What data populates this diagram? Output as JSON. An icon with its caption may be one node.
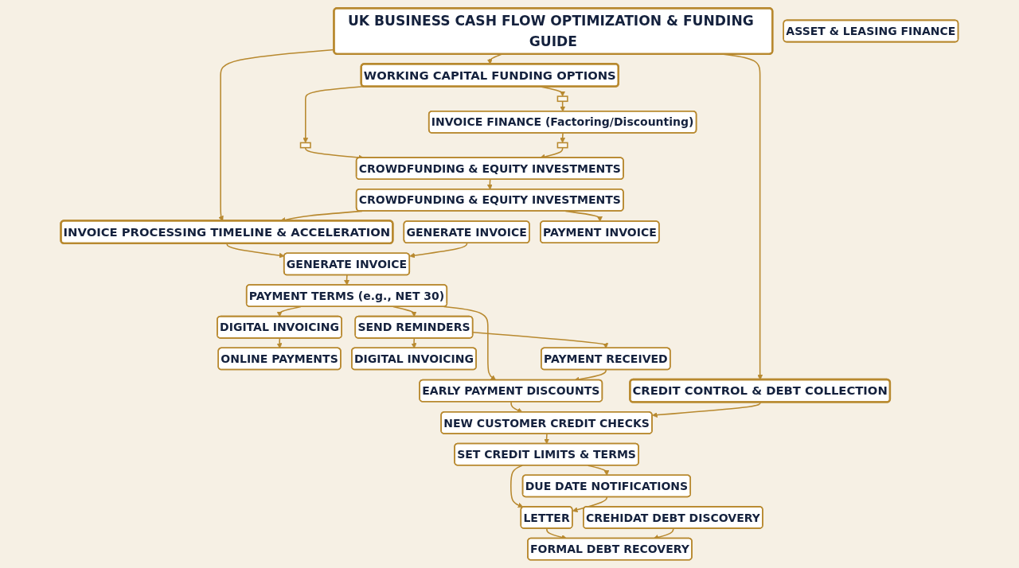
{
  "diagram": {
    "nodes": [
      {
        "text": [
          "UK BUSINESS CASH FLOW OPTIMIZATION & FUNDING GUIDE"
        ]
      },
      {
        "text": [
          "WORKING CAPITAL FUNDING OPTIONS"
        ]
      },
      {
        "text": [
          "INVOICE PROCESSING TIMELINE & ACCELERATION"
        ]
      },
      {
        "text": [
          "CREDIT CONTROL & DEBT COLLECTION"
        ]
      },
      {
        "text": [],
        "shape": "box"
      },
      {
        "text": [],
        "shape": "box"
      },
      {
        "text": [],
        "shape": "box"
      },
      {
        "text": [
          "INVOICE FINANCE (Factoring/Discounting)"
        ]
      },
      {
        "text": [
          "ASSET & LEASING FINANCE"
        ]
      },
      {
        "text": [
          "CROWDFUNDING & EQUITY INVESTMENTS"
        ]
      },
      {
        "text": [
          "CROWDFUNDING & EQUITY INVESTMENTS"
        ]
      },
      {
        "text": [
          "GENERATE INVOICE"
        ]
      },
      {
        "text": [
          "GENERATE INVOICE"
        ]
      },
      {
        "text": [
          "DIGITAL INVOICING"
        ]
      },
      {
        "text": [
          "PAYMENT INVOICE"
        ]
      },
      {
        "text": [
          "PAYMENT TERMS (e.g., NET 30)"
        ]
      },
      {
        "text": [
          "ONLINE PAYMENTS"
        ]
      },
      {
        "text": [
          "SEND REMINDERS"
        ]
      },
      {
        "text": [
          "DIGITAL INVOICING"
        ]
      },
      {
        "text": [
          "PAYMENT RECEIVED"
        ]
      },
      {
        "text": [
          "EARLY PAYMENT DISCOUNTS"
        ]
      },
      {
        "text": [
          "NEW CUSTOMER CREDIT CHECKS"
        ]
      },
      {
        "text": [
          "SET CREDIT LIMITS & TERMS"
        ]
      },
      {
        "text": [
          "DUE DATE NOTIFICATIONS"
        ]
      },
      {
        "text": [
          "LETTER"
        ]
      },
      {
        "text": [
          "CREHIDAT DEBT DISCOVERY"
        ]
      },
      {
        "text": [
          "FORMAL DEBT RECOVERY"
        ]
      }
    ],
    "edges": [
      {
        "from": 0,
        "to": 1,
        "arrow": "to"
      },
      {
        "from": 0,
        "to": 2,
        "arrow": "to"
      },
      {
        "from": 0,
        "to": 3,
        "arrow": "to"
      },
      {
        "from": 1,
        "to": 4,
        "arrow": "to"
      },
      {
        "from": 1,
        "to": 5,
        "arrow": "to"
      },
      {
        "from": 5,
        "to": 7,
        "arrow": "to"
      },
      {
        "from": 7,
        "to": 6,
        "arrow": "to"
      },
      {
        "from": 4,
        "to": 9,
        "arrow": "to"
      },
      {
        "from": 6,
        "to": 9,
        "arrow": "to"
      },
      {
        "from": 9,
        "to": 10,
        "arrow": "to"
      },
      {
        "from": 10,
        "to": 2,
        "arrow": "to"
      },
      {
        "from": 10,
        "to": 14,
        "arrow": "to"
      },
      {
        "from": 2,
        "to": 12,
        "arrow": "to"
      },
      {
        "from": 11,
        "to": 12,
        "arrow": "to"
      },
      {
        "from": 12,
        "to": 15,
        "arrow": "to"
      },
      {
        "from": 15,
        "to": 13,
        "arrow": "to"
      },
      {
        "from": 15,
        "to": 20,
        "arrow": "to"
      },
      {
        "from": 13,
        "to": 16,
        "arrow": "to"
      },
      {
        "from": 15,
        "to": 17,
        "arrow": "to"
      },
      {
        "from": 17,
        "to": 18,
        "arrow": "to"
      },
      {
        "from": 17,
        "to": 19,
        "arrow": "to"
      },
      {
        "from": 19,
        "to": 20,
        "arrow": "to"
      },
      {
        "from": 20,
        "to": 21,
        "arrow": "to"
      },
      {
        "from": 3,
        "to": 21,
        "arrow": "to"
      },
      {
        "from": 21,
        "to": 22,
        "arrow": "to"
      },
      {
        "from": 22,
        "to": 23,
        "arrow": "to"
      },
      {
        "from": 22,
        "to": 24,
        "arrow": "to"
      },
      {
        "from": 23,
        "to": 24,
        "arrow": "to"
      },
      {
        "from": 24,
        "to": 26,
        "arrow": "to"
      },
      {
        "from": 25,
        "to": 26,
        "arrow": "to"
      }
    ]
  }
}
